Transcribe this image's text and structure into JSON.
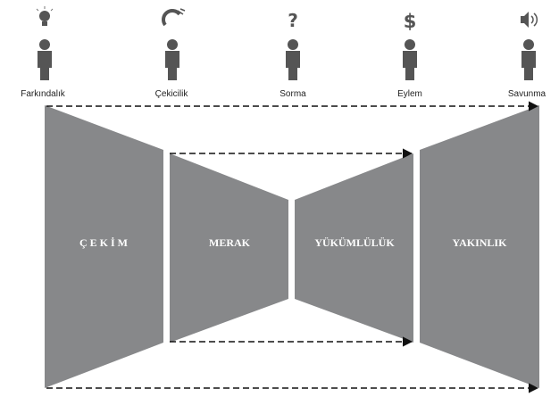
{
  "stages": [
    {
      "label": "Farkındalık",
      "icon": "lightbulb-icon"
    },
    {
      "label": "Çekicilik",
      "icon": "magnet-icon"
    },
    {
      "label": "Sorma",
      "icon": "question-mark-icon"
    },
    {
      "label": "Eylem",
      "icon": "dollar-sign-icon"
    },
    {
      "label": "Savunma",
      "icon": "speaker-icon"
    }
  ],
  "bands": [
    {
      "label": "Ç E K İ M"
    },
    {
      "label": "MERAK"
    },
    {
      "label": "YÜKÜMLÜLÜK"
    },
    {
      "label": "YAKINLIK"
    }
  ],
  "colors": {
    "band_fill": "#87888a",
    "figure": "#555555",
    "arrow": "#111111"
  }
}
